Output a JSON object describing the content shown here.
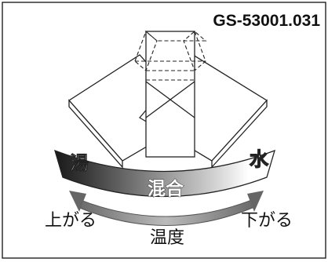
{
  "figure_code": "GS-53001.031",
  "band": {
    "left_label": "湯",
    "center_label": "混合",
    "right_label": "水"
  },
  "arrow": {
    "left_label": "上がる",
    "right_label": "下がる",
    "bottom_label": "温度"
  }
}
